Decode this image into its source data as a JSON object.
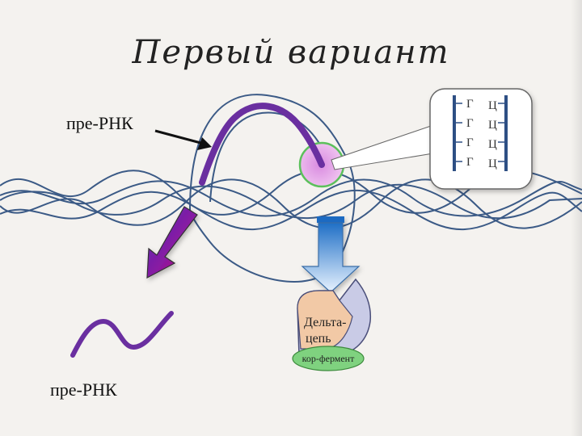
{
  "slide": {
    "title": "Первый вариант"
  },
  "labels": {
    "pre_rna_top": "пре-РНК",
    "pre_rna_bottom": "пре-РНК",
    "delta_line1": "Дельта-",
    "delta_line2": "цепь",
    "cofactor": "кор-фермент"
  },
  "pairing": {
    "left_bases": [
      "Г",
      "Г",
      "Г",
      "Г"
    ],
    "right_bases": [
      "Ц",
      "Ц",
      "Ц",
      "Ц"
    ]
  },
  "colors": {
    "background": "#f4f2ef",
    "dna_strands": "#3b5a86",
    "rna": "#6a2fa0",
    "highlight_circle": "#e9a5e6",
    "arrow_blue": "#2f8ee0",
    "arrow_magenta": "#c4006d",
    "delta_chain": "#f2c9a6",
    "cofactor": "#7fd27f",
    "enzyme_body": "#c9cbe6"
  }
}
